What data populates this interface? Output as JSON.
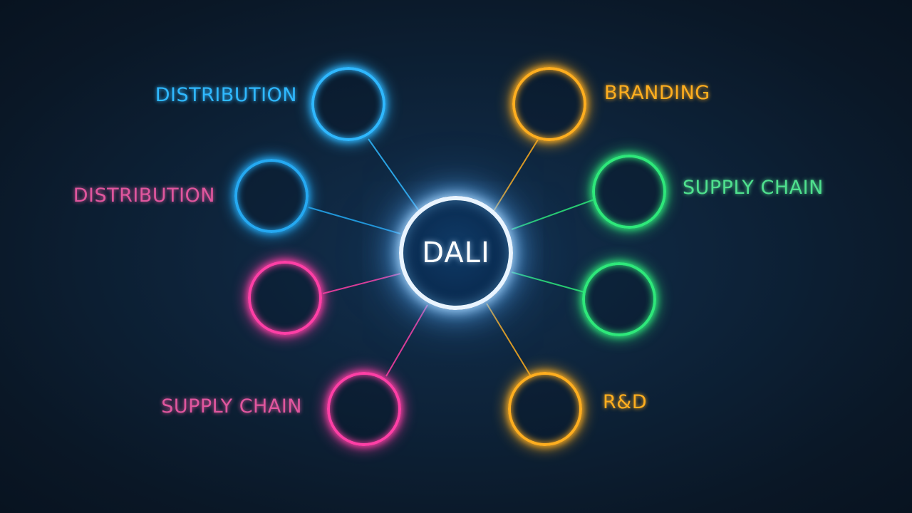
{
  "hub": {
    "label": "DALI",
    "color": "#e9f4ff"
  },
  "branches": [
    {
      "id": "left-1",
      "label": "DISTRIBUTION",
      "color": "#2fb8ff"
    },
    {
      "id": "left-2",
      "label": "DISTRIBUTION",
      "color": "#25a9f2",
      "label_color": "#e0569e"
    },
    {
      "id": "left-3",
      "label": "",
      "color": "#ff3fa6"
    },
    {
      "id": "left-4",
      "label": "SUPPLY CHAIN",
      "color": "#ff3fa6",
      "label_color": "#e0569e"
    },
    {
      "id": "right-1",
      "label": "BRANDING",
      "color": "#ffae1f"
    },
    {
      "id": "right-2",
      "label": "SUPPLY CHAIN",
      "color": "#2ee87a",
      "label_color": "#4fe08e"
    },
    {
      "id": "right-3",
      "label": "",
      "color": "#2ee87a"
    },
    {
      "id": "right-4",
      "label": "R&D",
      "color": "#ffae1f"
    }
  ]
}
